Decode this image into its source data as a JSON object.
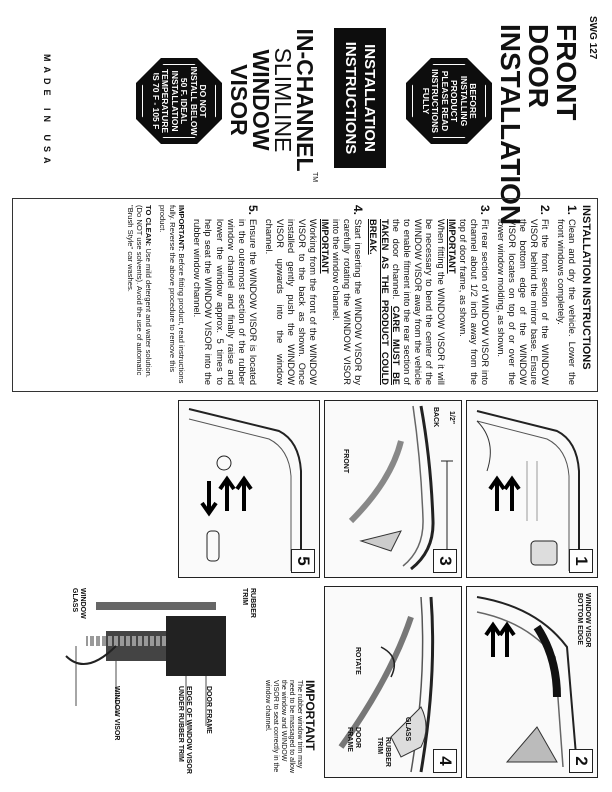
{
  "doc_code": "SWG 127",
  "title": "FRONT DOOR INSTALLATION",
  "sign_before": "BEFORE\nINSTALLING\nPRODUCT\nPLEASE READ\nINSTRUCTIONS\nFULLY",
  "sign_temp": "DO NOT\nINSTALL BELOW\n50 F. IDEAL\nINSTALLATION\nTEMPERATURE\nIS 70 F - 105 F",
  "install_label": "INSTALLATION\nINSTRUCTIONS",
  "product": {
    "line1": "IN-CHANNEL",
    "line2": "SLIMLINE",
    "line3": "WINDOW VISOR",
    "tm": "TM"
  },
  "made_in": "MADE IN USA",
  "instructions": {
    "heading": "INSTALLATION INSTRUCTIONS",
    "steps": [
      {
        "num": "1.",
        "text": "Clean and dry the vehicle. Lower the front windows completely."
      },
      {
        "num": "2.",
        "text": "Fit the front section of the WINDOW VISOR behind the mirror base. Ensure the bottom edge of the WINDOW VISOR locates on top of or over the lower window molding, as shown."
      },
      {
        "num": "3.",
        "text": "Fit rear section of WINDOW VISOR into channel about 1/2 inch away from the top of door frame, as shown.",
        "important": "IMPORTANT",
        "note": "When fitting the WINDOW VISOR it will be necessary to bend the center of the WINDOW VISOR away from the vehicle to enable fitment into the rear section of the door channel.",
        "caution": "CARE MUST BE TAKEN AS THE PRODUCT COULD BREAK."
      },
      {
        "num": "4.",
        "text": "Start inserting the WINDOW VISOR by carefully rotating the WINDOW VISOR into the window channel.",
        "important": "IMPORTANT",
        "note": "Working from the front of the WINDOW VISOR to the back as shown. Once installed gently push the WINDOW VISOR upwards into the window channel."
      },
      {
        "num": "5.",
        "text": "Ensure the WINDOW VISOR is located in the outermost section of the rubber window channel and finally raise and lower the window approx. 5 times to help seat the WINDOW VISOR into the rubber window channel."
      }
    ],
    "important_label": "IMPORTANT:",
    "important_text": "Before fitting product, read instructions fully. Reverse the above procedure to remove this product.",
    "clean_label": "TO CLEAN:",
    "clean_text": "Use mild detergent and water solution. (Do NOT use solvents). Avoid the use of automatic \"Brush Style\" car washes."
  },
  "figures": {
    "f1": "1",
    "f2": "2",
    "f3": "3",
    "f4": "4",
    "f5": "5",
    "f2_label": "WINDOW VISOR\nBOTTOM EDGE",
    "f3_front": "FRONT",
    "f3_back": "BACK",
    "f3_half": "1/2\"",
    "f4_rubber": "RUBBER\nTRIM",
    "f4_glass": "GLASS",
    "f4_door": "DOOR\nFRAME",
    "f4_rotate": "ROTATE"
  },
  "diagram": {
    "important": "IMPORTANT",
    "note": "The rubber window trim may need to be massaged to allow the window and WINDOW VISOR to seat correctly in the window channel.",
    "rubber": "RUBBER\nTRIM",
    "glass": "WINDOW\nGLASS",
    "door_frame": "DOOR FRAME",
    "edge": "EDGE OF WINDOW VISOR\nUNDER RUBBER TRIM",
    "visor": "WINDOW VISOR"
  },
  "colors": {
    "ink": "#111111",
    "panel": "#fafafa"
  }
}
